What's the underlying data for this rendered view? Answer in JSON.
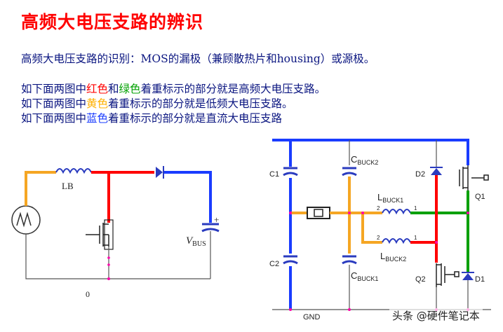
{
  "title": "高频大电压支路的辨识",
  "intro": "高频大电压支路的识别：MOS的漏极（兼顾散热片和housing）或源极。",
  "legend": {
    "line1": {
      "prefix": "如下面两图中",
      "red": "红色",
      "and": "和",
      "green": "绿色",
      "suffix": "着重标示的部分就是高频大电压支路。"
    },
    "line2": {
      "prefix": "如下面两图中",
      "yellow": "黄色",
      "suffix": "着重标示的部分就是低频大电压支路。"
    },
    "line3": {
      "prefix": "如下面两图中",
      "blue": "蓝色",
      "suffix": "着重标示的部分就是直流大电压支路"
    }
  },
  "left_circuit": {
    "inductor": "LB",
    "ground": "0",
    "vbus_v": "V",
    "vbus_sub": "BUS"
  },
  "right_circuit": {
    "c1": "C1",
    "c2": "C2",
    "d1": "D1",
    "d2": "D2",
    "q1": "Q1",
    "q2": "Q2",
    "cbuck2_c": "C",
    "cbuck2_sub": "BUCK2",
    "cbuck1_c": "C",
    "cbuck1_sub": "BUCK1",
    "lbuck1_l": "L",
    "lbuck1_sub": "BUCK1",
    "lbuck2_l": "L",
    "lbuck2_sub": "BUCK2",
    "gnd": "GND",
    "pin2a": "2",
    "pin1a": "1",
    "pin2b": "2",
    "pin1b": "1"
  },
  "watermark": "头条 @硬件笔记本",
  "colors": {
    "red": "#ff0000",
    "green": "#00a000",
    "yellow": "#f5a623",
    "blue": "#1a3cff"
  }
}
